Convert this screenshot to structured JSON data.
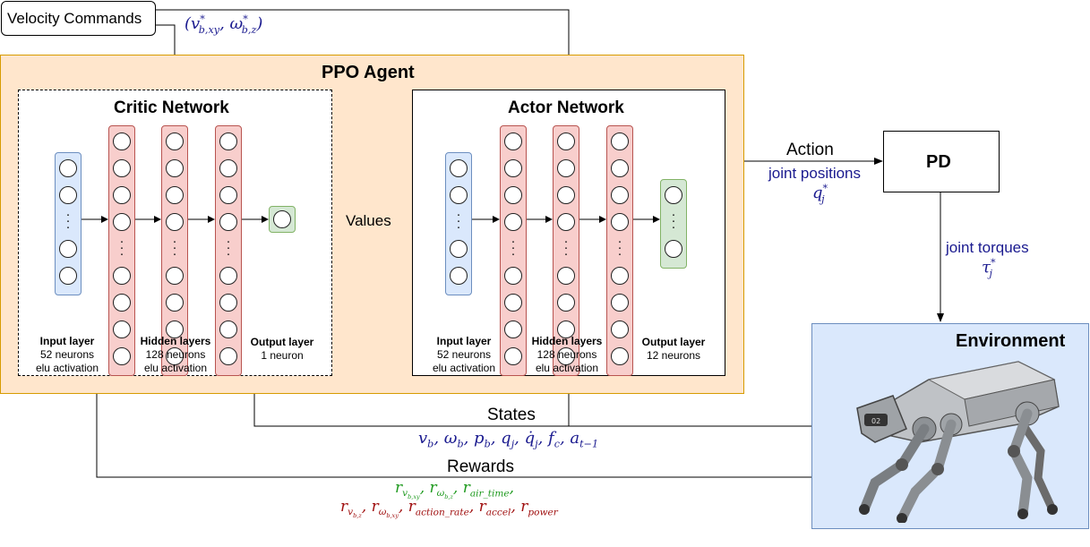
{
  "velocity_commands": {
    "label": "Velocity Commands",
    "symbol": "(v*_{b,xy}, ω*_{b,z})"
  },
  "ppo_agent": {
    "title": "PPO Agent",
    "critic": {
      "title": "Critic Network",
      "input_layer": {
        "title": "Input layer",
        "neurons": "52 neurons",
        "activation": "elu activation"
      },
      "hidden_layers": {
        "title": "Hidden layers",
        "neurons": "128 neurons",
        "activation": "elu activation"
      },
      "output_layer": {
        "title": "Output layer",
        "neurons": "1 neuron"
      }
    },
    "actor": {
      "title": "Actor Network",
      "input_layer": {
        "title": "Input layer",
        "neurons": "52 neurons",
        "activation": "elu activation"
      },
      "hidden_layers": {
        "title": "Hidden layers",
        "neurons": "128 neurons",
        "activation": "elu activation"
      },
      "output_layer": {
        "title": "Output layer",
        "neurons": "12 neurons"
      }
    },
    "values_label": "Values"
  },
  "action": {
    "label": "Action",
    "description": "joint positions",
    "symbol": "q*_j"
  },
  "pd": {
    "label": "PD"
  },
  "torques": {
    "description": "joint torques",
    "symbol": "τ*_j"
  },
  "environment": {
    "label": "Environment",
    "robot_icon": "quadruped-robot-icon"
  },
  "states": {
    "label": "States",
    "symbol": "v_b, ω_b, p_b, q_j, q̇_j, f_c, a_{t−1}"
  },
  "rewards": {
    "label": "Rewards",
    "positive_symbol": "r_{v_{b,xy}}, r_{ω_{b,z}}, r_{air_time},",
    "negative_symbol": "r_{v_{b,z}}, r_{ω_{b,xy}}, r_{action_rate}, r_{accel}, r_{power}"
  },
  "colors": {
    "agent_fill": "#ffe6cc",
    "agent_border": "#d79b00",
    "input_fill": "#dae8fc",
    "input_border": "#6c8ebf",
    "hidden_fill": "#f8cecc",
    "hidden_border": "#b85450",
    "output_fill": "#d5e8d4",
    "output_border": "#82b366",
    "env_fill": "#dae8fc",
    "math_blue": "#1a1a8f",
    "reward_green": "#1f9a1f",
    "reward_red": "#a01010"
  }
}
